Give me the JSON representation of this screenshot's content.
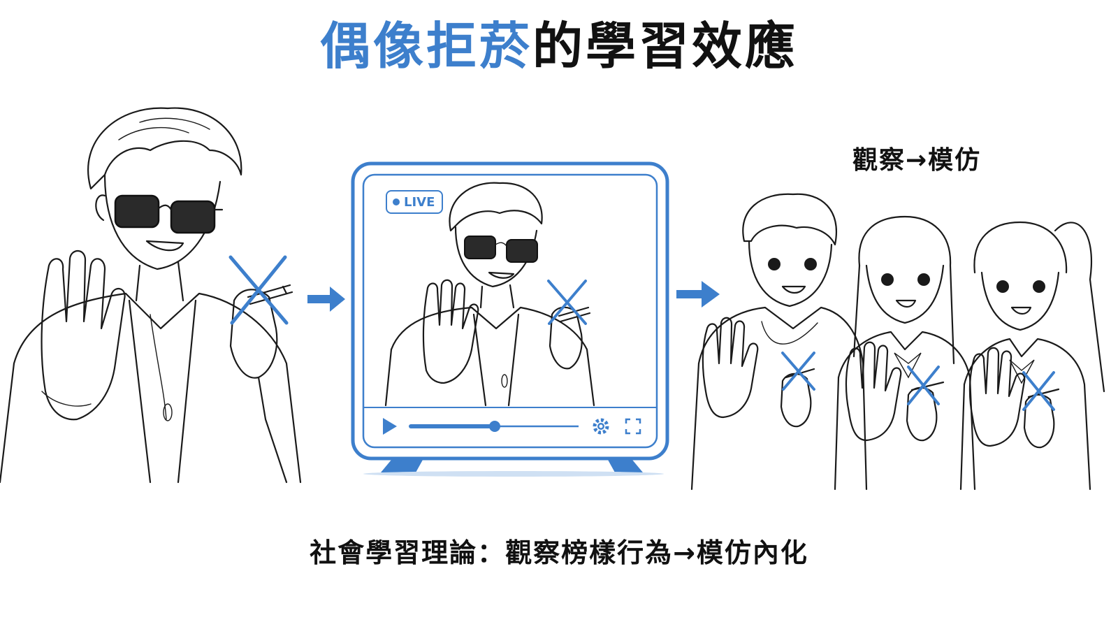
{
  "title": {
    "accent": "偶像拒菸",
    "rest": "的學習效應"
  },
  "screen": {
    "live_label": "LIVE",
    "progress": 0.5
  },
  "observe_label": "觀察→模仿",
  "caption": "社會學習理論：觀察榜樣行為→模仿內化",
  "colors": {
    "accent": "#3d7fcc",
    "ink": "#111111"
  },
  "icons": [
    "play-icon",
    "gear-icon",
    "fullscreen-icon",
    "live-dot-icon",
    "arrow-right-icon",
    "no-cigarette-cross-icon"
  ]
}
